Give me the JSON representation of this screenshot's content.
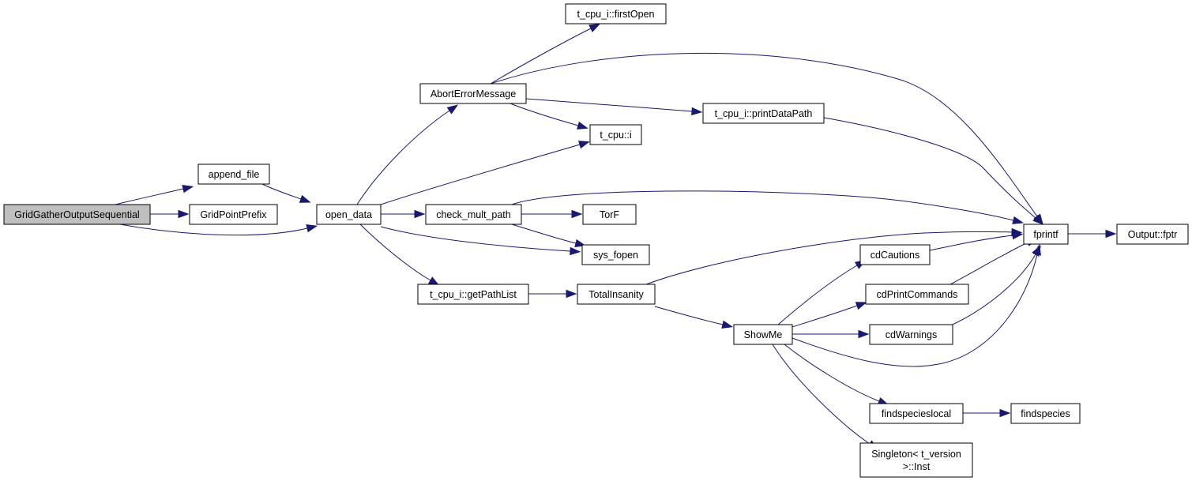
{
  "graph": {
    "nodes": [
      {
        "id": "root",
        "lines": [
          "GridGatherOutputSequential"
        ],
        "root": true
      },
      {
        "id": "append_file",
        "lines": [
          "append_file"
        ]
      },
      {
        "id": "GridPointPrefix",
        "lines": [
          "GridPointPrefix"
        ]
      },
      {
        "id": "open_data",
        "lines": [
          "open_data"
        ]
      },
      {
        "id": "AbortErrorMessage",
        "lines": [
          "AbortErrorMessage"
        ]
      },
      {
        "id": "firstOpen",
        "lines": [
          "t_cpu_i::firstOpen"
        ]
      },
      {
        "id": "printDataPath",
        "lines": [
          "t_cpu_i::printDataPath"
        ]
      },
      {
        "id": "t_cpu_i",
        "lines": [
          "t_cpu::i"
        ]
      },
      {
        "id": "check_mult_path",
        "lines": [
          "check_mult_path"
        ]
      },
      {
        "id": "TorF",
        "lines": [
          "TorF"
        ]
      },
      {
        "id": "sys_fopen",
        "lines": [
          "sys_fopen"
        ]
      },
      {
        "id": "getPathList",
        "lines": [
          "t_cpu_i::getPathList"
        ]
      },
      {
        "id": "TotalInsanity",
        "lines": [
          "TotalInsanity"
        ]
      },
      {
        "id": "ShowMe",
        "lines": [
          "ShowMe"
        ]
      },
      {
        "id": "cdCautions",
        "lines": [
          "cdCautions"
        ]
      },
      {
        "id": "cdPrintCommands",
        "lines": [
          "cdPrintCommands"
        ]
      },
      {
        "id": "cdWarnings",
        "lines": [
          "cdWarnings"
        ]
      },
      {
        "id": "findspecieslocal",
        "lines": [
          "findspecieslocal"
        ]
      },
      {
        "id": "findspecies",
        "lines": [
          "findspecies"
        ]
      },
      {
        "id": "SingletonInst",
        "lines": [
          "Singleton< t_version",
          ">::Inst"
        ]
      },
      {
        "id": "fprintf",
        "lines": [
          "fprintf"
        ]
      },
      {
        "id": "fptr",
        "lines": [
          "Output::fptr"
        ]
      }
    ],
    "edges": [
      {
        "from": "root",
        "to": "append_file"
      },
      {
        "from": "root",
        "to": "GridPointPrefix"
      },
      {
        "from": "root",
        "to": "open_data"
      },
      {
        "from": "append_file",
        "to": "open_data"
      },
      {
        "from": "open_data",
        "to": "AbortErrorMessage"
      },
      {
        "from": "open_data",
        "to": "t_cpu_i"
      },
      {
        "from": "open_data",
        "to": "check_mult_path"
      },
      {
        "from": "open_data",
        "to": "sys_fopen"
      },
      {
        "from": "open_data",
        "to": "getPathList"
      },
      {
        "from": "AbortErrorMessage",
        "to": "firstOpen"
      },
      {
        "from": "AbortErrorMessage",
        "to": "printDataPath"
      },
      {
        "from": "AbortErrorMessage",
        "to": "t_cpu_i"
      },
      {
        "from": "AbortErrorMessage",
        "to": "fprintf"
      },
      {
        "from": "printDataPath",
        "to": "fprintf"
      },
      {
        "from": "check_mult_path",
        "to": "TorF"
      },
      {
        "from": "check_mult_path",
        "to": "sys_fopen"
      },
      {
        "from": "check_mult_path",
        "to": "fprintf"
      },
      {
        "from": "getPathList",
        "to": "TotalInsanity"
      },
      {
        "from": "TotalInsanity",
        "to": "fprintf"
      },
      {
        "from": "TotalInsanity",
        "to": "ShowMe"
      },
      {
        "from": "ShowMe",
        "to": "cdCautions"
      },
      {
        "from": "ShowMe",
        "to": "cdPrintCommands"
      },
      {
        "from": "ShowMe",
        "to": "cdWarnings"
      },
      {
        "from": "ShowMe",
        "to": "fprintf"
      },
      {
        "from": "ShowMe",
        "to": "findspecieslocal"
      },
      {
        "from": "ShowMe",
        "to": "SingletonInst"
      },
      {
        "from": "cdCautions",
        "to": "fprintf"
      },
      {
        "from": "cdPrintCommands",
        "to": "fprintf"
      },
      {
        "from": "cdWarnings",
        "to": "fprintf"
      },
      {
        "from": "findspecieslocal",
        "to": "findspecies"
      },
      {
        "from": "fprintf",
        "to": "fptr"
      }
    ]
  },
  "colors": {
    "edge": "#191970",
    "root_fill": "#bfbfbf",
    "node_fill": "#ffffff",
    "node_border": "#000000"
  }
}
